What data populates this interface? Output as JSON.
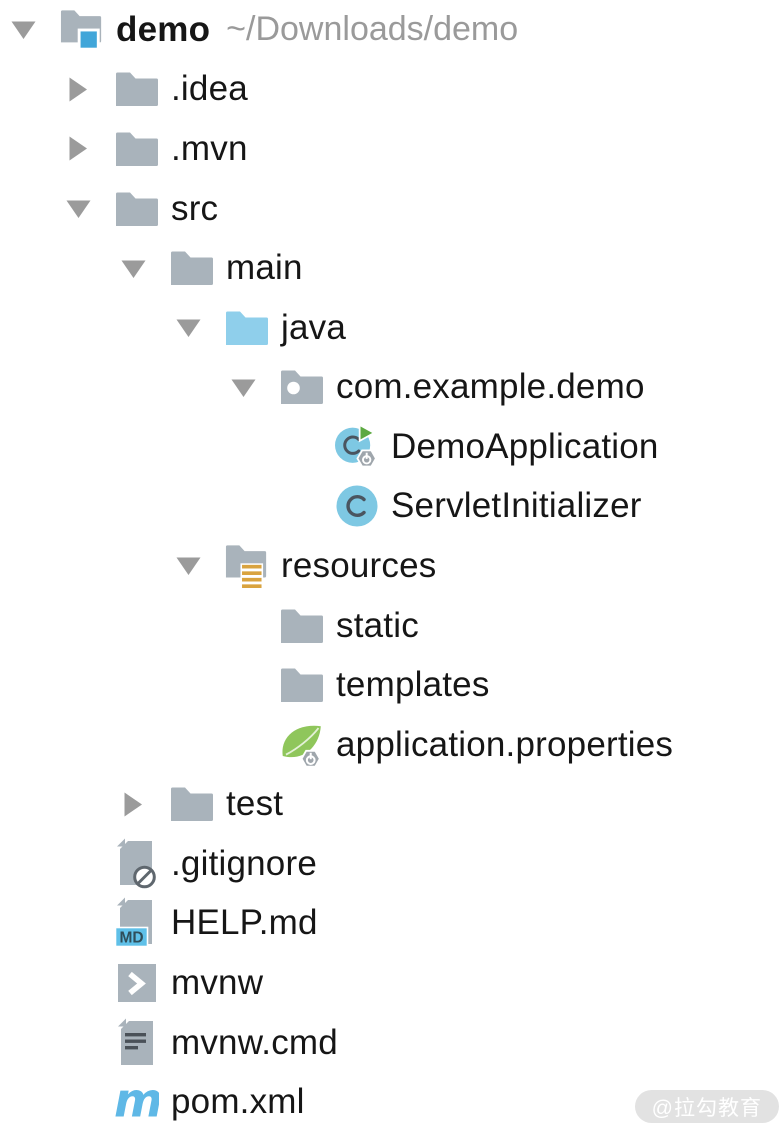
{
  "tree": {
    "items": [
      {
        "label": "demo",
        "path": "~/Downloads/demo",
        "level": 0,
        "expand": "expanded",
        "icon": "project-root-folder",
        "bold": true
      },
      {
        "label": ".idea",
        "level": 1,
        "expand": "collapsed",
        "icon": "folder"
      },
      {
        "label": ".mvn",
        "level": 1,
        "expand": "collapsed",
        "icon": "folder"
      },
      {
        "label": "src",
        "level": 1,
        "expand": "expanded",
        "icon": "folder"
      },
      {
        "label": "main",
        "level": 2,
        "expand": "expanded",
        "icon": "folder"
      },
      {
        "label": "java",
        "level": 3,
        "expand": "expanded",
        "icon": "sources-folder"
      },
      {
        "label": "com.example.demo",
        "level": 4,
        "expand": "expanded",
        "icon": "package-folder"
      },
      {
        "label": "DemoApplication",
        "level": 5,
        "expand": "none",
        "icon": "spring-boot-run-class"
      },
      {
        "label": "ServletInitializer",
        "level": 5,
        "expand": "none",
        "icon": "java-class"
      },
      {
        "label": "resources",
        "level": 3,
        "expand": "expanded",
        "icon": "resources-folder"
      },
      {
        "label": "static",
        "level": 4,
        "expand": "none",
        "icon": "folder"
      },
      {
        "label": "templates",
        "level": 4,
        "expand": "none",
        "icon": "folder"
      },
      {
        "label": "application.properties",
        "level": 4,
        "expand": "none",
        "icon": "spring-config-file"
      },
      {
        "label": "test",
        "level": 2,
        "expand": "collapsed",
        "icon": "folder"
      },
      {
        "label": ".gitignore",
        "level": 1,
        "expand": "none",
        "icon": "ignored-file"
      },
      {
        "label": "HELP.md",
        "level": 1,
        "expand": "none",
        "icon": "markdown-file"
      },
      {
        "label": "mvnw",
        "level": 1,
        "expand": "none",
        "icon": "shell-script-file"
      },
      {
        "label": "mvnw.cmd",
        "level": 1,
        "expand": "none",
        "icon": "text-file"
      },
      {
        "label": "pom.xml",
        "level": 1,
        "expand": "none",
        "icon": "maven-file"
      }
    ]
  },
  "watermark": {
    "text": "@拉勾教育"
  },
  "colors": {
    "folder_gray": "#a9b3bb",
    "arrow_gray": "#9b9b9b",
    "sources_folder_blue": "#8fcfeb",
    "root_badge_blue": "#41a6d9",
    "class_circle_blue": "#7ec8e3",
    "class_letter_gray": "#4a5560",
    "run_triangle_green": "#5ca941",
    "gear_badge_gray": "#9fa6ac",
    "spring_leaf_green": "#8fc65b",
    "resources_badge_amber": "#d9a33f",
    "md_badge_blue": "#5fc0e8",
    "md_badge_text": "#2f4e5a",
    "maven_m_blue": "#5fb8e6",
    "file_lines_gray": "#4a5158",
    "ignored_badge_gray": "#5f676e",
    "label_text": "#161616",
    "path_text": "#9a9a9a",
    "watermark_bg": "#e2e2e2"
  }
}
